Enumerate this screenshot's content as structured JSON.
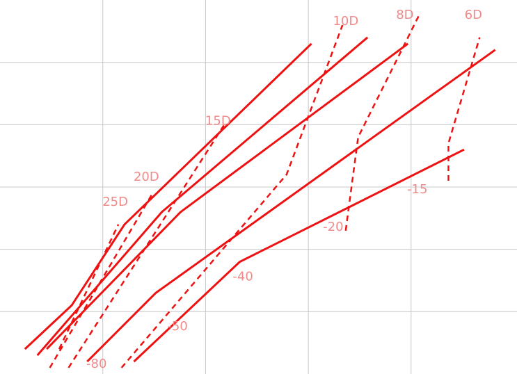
{
  "chart_data": {
    "type": "line",
    "title": "",
    "xlabel": "",
    "ylabel": "",
    "grid": true,
    "colors": {
      "series": "#ee1111",
      "label": "#f08a8a",
      "grid": "#c8c8c8",
      "background": "#ffffff"
    },
    "solid_series": [
      {
        "label": "",
        "points": [
          [
            0.8,
            0.4
          ],
          [
            2.3,
            1.1
          ],
          [
            4.0,
            2.4
          ],
          [
            10.0,
            5.3
          ]
        ]
      },
      {
        "label": "",
        "points": [
          [
            1.2,
            0.3
          ],
          [
            5.2,
            2.6
          ],
          [
            11.8,
            5.4
          ]
        ]
      },
      {
        "label": "",
        "points": [
          [
            1.5,
            0.4
          ],
          [
            5.8,
            2.6
          ],
          [
            13.1,
            5.3
          ]
        ]
      },
      {
        "label": "",
        "points": [
          [
            2.8,
            0.2
          ],
          [
            5.0,
            1.3
          ],
          [
            15.9,
            5.2
          ]
        ]
      },
      {
        "label": "",
        "points": [
          [
            4.3,
            0.2
          ],
          [
            7.7,
            1.8
          ],
          [
            14.9,
            3.6
          ]
        ]
      }
    ],
    "dashed_series": [
      {
        "label": "25D",
        "label_at": [
          3.7,
          2.7
        ],
        "points": [
          [
            1.9,
            0.4
          ],
          [
            3.8,
            2.4
          ]
        ]
      },
      {
        "label": "20D",
        "label_at": [
          4.7,
          3.1
        ],
        "points": [
          [
            1.6,
            0.1
          ],
          [
            4.9,
            2.9
          ]
        ]
      },
      {
        "label": "15D",
        "label_at": [
          7.0,
          4.0
        ],
        "points": [
          [
            2.2,
            0.1
          ],
          [
            7.2,
            4.0
          ]
        ]
      },
      {
        "label": "10D",
        "label_at": [
          11.1,
          5.6
        ],
        "points": [
          [
            3.9,
            0.1
          ],
          [
            9.2,
            3.2
          ],
          [
            11.0,
            5.6
          ]
        ]
      },
      {
        "label": "8D",
        "label_at": [
          13.0,
          5.7
        ],
        "points": [
          [
            11.1,
            2.3
          ],
          [
            11.5,
            3.8
          ],
          [
            13.5,
            5.8
          ]
        ]
      },
      {
        "label": "6D",
        "label_at": [
          15.2,
          5.7
        ],
        "points": [
          [
            14.4,
            3.1
          ],
          [
            14.4,
            3.7
          ],
          [
            15.4,
            5.4
          ]
        ]
      },
      {
        "label": "-40",
        "label_at": [
          7.8,
          1.5
        ],
        "points": []
      },
      {
        "label": "-50",
        "label_at": [
          5.7,
          0.7
        ],
        "points": []
      },
      {
        "label": "-80",
        "label_at": [
          3.1,
          0.1
        ],
        "points": []
      },
      {
        "label": "-20",
        "label_at": [
          10.7,
          2.3
        ],
        "points": []
      },
      {
        "label": "-15",
        "label_at": [
          13.4,
          2.9
        ],
        "points": []
      }
    ],
    "xlim": [
      0,
      16.6
    ],
    "ylim": [
      0,
      6.0
    ],
    "x_grid": [
      3.3,
      6.6,
      9.9,
      13.2
    ],
    "y_grid": [
      1.0,
      2.0,
      3.0,
      4.0,
      5.0
    ]
  }
}
